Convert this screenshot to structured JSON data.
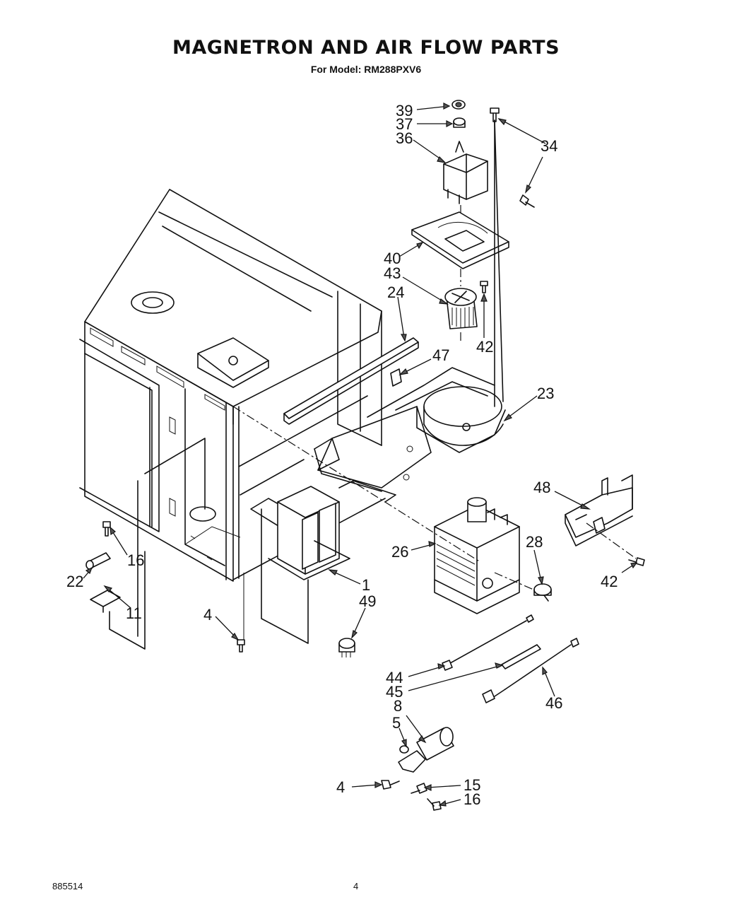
{
  "header": {
    "title": "MAGNETRON AND AIR FLOW PARTS",
    "subtitle": "For Model: RM288PXV6"
  },
  "footer": {
    "doc_number": "885514",
    "page_number": "4"
  },
  "callouts": {
    "c39": "39",
    "c37": "37",
    "c36": "36",
    "c34": "34",
    "c40": "40",
    "c43": "43",
    "c24": "24",
    "c42a": "42",
    "c47": "47",
    "c23": "23",
    "c48": "48",
    "c26": "26",
    "c28": "28",
    "c42b": "42",
    "c16a": "16",
    "c22": "22",
    "c11": "11",
    "c1": "1",
    "c49": "49",
    "c4a": "4",
    "c44": "44",
    "c45": "45",
    "c46": "46",
    "c8": "8",
    "c5": "5",
    "c4b": "4",
    "c15": "15",
    "c16b": "16"
  }
}
